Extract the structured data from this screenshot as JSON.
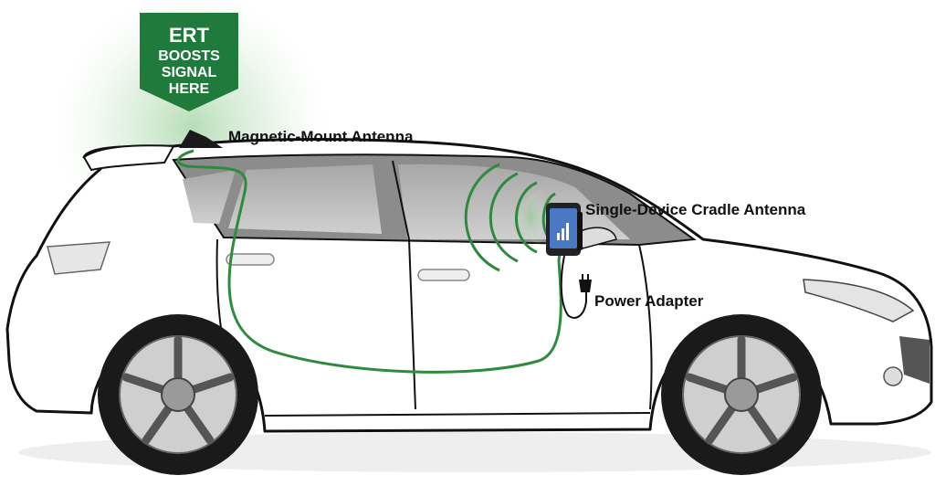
{
  "badge": {
    "line1": "ERT",
    "line2": "BOOSTS",
    "line3": "SIGNAL",
    "line4": "HERE",
    "color": "#1f7a3c"
  },
  "callouts": {
    "roof_antenna": "Magnetic-Mount Antenna",
    "cradle_antenna": "Single-Device Cradle Antenna",
    "power_adapter": "Power Adapter"
  },
  "colors": {
    "cable": "#2e8b3e",
    "signal_glow": "#b9dcb9",
    "car_body": "#ffffff",
    "outline": "#111111",
    "glass": "#b8b8b8"
  },
  "icons": [
    "phone-icon",
    "power-plug-icon",
    "antenna-icon"
  ]
}
